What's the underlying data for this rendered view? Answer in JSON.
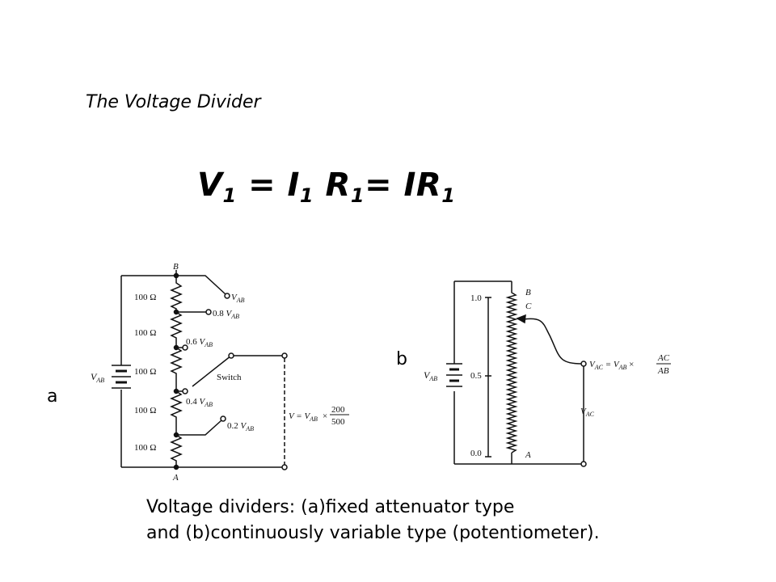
{
  "slide": {
    "title": "The Voltage Divider",
    "formula": {
      "part1": "V",
      "sub1": "1",
      "part2": " = I",
      "sub2": "1",
      "part3": " R",
      "sub3": "1",
      "part4": "= IR",
      "sub4": "1"
    },
    "label_a": "a",
    "label_b": "b",
    "caption_line1": "Voltage dividers: (a)fixed attenuator type",
    "caption_line2": "and (b)continuously variable type (potentiometer)."
  },
  "diagram_a": {
    "node_top": "B",
    "node_bottom": "A",
    "source_label": "V",
    "source_sub": "AB",
    "resistors": [
      "100 Ω",
      "100 Ω",
      "100 Ω",
      "100 Ω",
      "100 Ω"
    ],
    "taps": [
      {
        "main": "V",
        "sub": "AB",
        "prefix": ""
      },
      {
        "main": "V",
        "sub": "AB",
        "prefix": "0.8 "
      },
      {
        "main": "V",
        "sub": "AB",
        "prefix": "0.6 "
      },
      {
        "main": "V",
        "sub": "AB",
        "prefix": "0.4 "
      },
      {
        "main": "V",
        "sub": "AB",
        "prefix": "0.2 "
      }
    ],
    "switch_label": "Switch",
    "output_eq_lhs": "V = V",
    "output_eq_sub": "AB",
    "output_eq_times": "×",
    "output_num": "200",
    "output_den": "500"
  },
  "diagram_b": {
    "node_B": "B",
    "node_C": "C",
    "node_A": "A",
    "scale": [
      "1.0",
      "0.5",
      "0.0"
    ],
    "source_label": "V",
    "source_sub": "AB",
    "out_eq_lhs": "V",
    "out_eq_lhs_sub": "AC",
    "out_eq_mid": " = V",
    "out_eq_mid_sub": "AB",
    "out_eq_times": " ×",
    "out_num": "AC",
    "out_den": "AB",
    "out_vert_label": "V",
    "out_vert_sub": "AC"
  }
}
